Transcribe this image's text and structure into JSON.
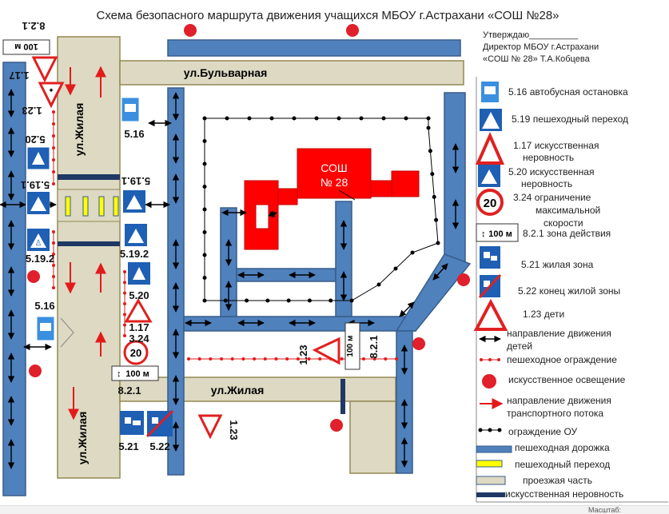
{
  "title": "Схема безопасного маршрута  движения учащихся МБОУ г.Астрахани «СОШ №28»",
  "approval": {
    "line1": "Утверждаю__________",
    "line2": "Директор МБОУ г.Астрахани",
    "line3": "«СОШ № 28» Т.А.Кобцева"
  },
  "streets": {
    "bulvarnaya": "ул.Бульварная",
    "zhilaya_h": "ул.Жилая",
    "zhilaya_v1": "ул.Жилая",
    "zhilaya_v2": "ул.Жилая"
  },
  "school": {
    "line1": "СОШ",
    "line2": "№ 28"
  },
  "sign_labels": {
    "s82_top": "8.2.1",
    "s117_top": "1.17",
    "s123_top": "1.23",
    "s520_left": "5.20",
    "s5191_left": "5.19.1",
    "s5192_left": "5.19.2",
    "s516_left": "5.16",
    "s516_right": "5.16",
    "s5191_right": "5.19.1",
    "s5192_right": "5.19.2",
    "s520_right": "5.20",
    "s117_right": "1.17",
    "s324_right": "3.24",
    "s821_bottom": "8.2.1",
    "s521": "5.21",
    "s522": "5.22",
    "s123_bottom": "1.23",
    "s123_road": "1.23",
    "s821_road": "8.2.1"
  },
  "sign_texts": {
    "speed": "20",
    "zone": "100 м"
  },
  "legend": [
    {
      "key": "516",
      "label": "5.16  автобусная остановка"
    },
    {
      "key": "519",
      "label": "5.19 пешеходный переход"
    },
    {
      "key": "117",
      "label": "1.17 искусственная неровность"
    },
    {
      "key": "520",
      "label": "5.20 искусственная неровность"
    },
    {
      "key": "324",
      "label": "3.24  ограничение максимальной скорости"
    },
    {
      "key": "821",
      "label": "8.2.1 зона  действия"
    },
    {
      "key": "521",
      "label": "5.21 жилая зона"
    },
    {
      "key": "522",
      "label": "5.22  конец жилой зоны"
    },
    {
      "key": "123",
      "label": "1.23 дети"
    },
    {
      "key": "child-dir",
      "label": "направление движения детей"
    },
    {
      "key": "fence",
      "label": "пешеходное  ограждение"
    },
    {
      "key": "light",
      "label": "искусственное освещение"
    },
    {
      "key": "traffic-dir",
      "label": "направление движения транспортного потока"
    },
    {
      "key": "ou-fence",
      "label": "ограждение ОУ"
    },
    {
      "key": "sidewalk",
      "label": "пешеходная дорожка"
    },
    {
      "key": "crosswalk",
      "label": "пешеходный переход"
    },
    {
      "key": "carriageway",
      "label": "проезжая часть"
    },
    {
      "key": "bump",
      "label": "искусственная неровность"
    }
  ],
  "legend_text_lines": {
    "l117a": "1.17 искусственная",
    "l117b": "неровность",
    "l520a": "5.20 искусственная",
    "l520b": "неровность",
    "l324a": "3.24  ограничение",
    "l324b": "максимальной",
    "l324c": "скорости",
    "lchild_a": "направление движения",
    "lchild_b": "детей",
    "ltraffic_a": "направление движения",
    "ltraffic_b": "транспортного потока"
  },
  "footer": {
    "scale_label": "Масштаб:"
  },
  "colors": {
    "sidewalk": "#4f81bd",
    "sidewalk_edge": "#385d8a",
    "carriageway": "#ddd9c3",
    "carriageway_edge": "#938953",
    "school": "#ff0000",
    "light": "#e0202a",
    "arrow_red": "#e31a1a",
    "crosswalk_yellow": "#ffff00",
    "sign_blue": "#1f5fb4",
    "sign_red": "#e02020"
  }
}
